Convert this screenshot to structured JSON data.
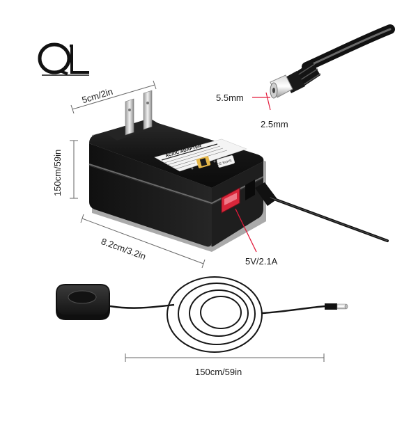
{
  "brand": {
    "logo_text": "QL",
    "logo_color": "#111111"
  },
  "product": {
    "label_text": "AC/DC ADAPTER",
    "body_color": "#1b1b1b",
    "port_color": "#d8263a",
    "accent_color": "#e3193a"
  },
  "dimensions": {
    "plug_width": "5cm/2in",
    "body_height": "150cm/59in",
    "body_length": "8.2cm/3.2in",
    "usb_output": "5V/2.1A",
    "connector_outer": "5.5mm",
    "connector_inner": "2.5mm",
    "cable_length": "150cm/59in"
  }
}
